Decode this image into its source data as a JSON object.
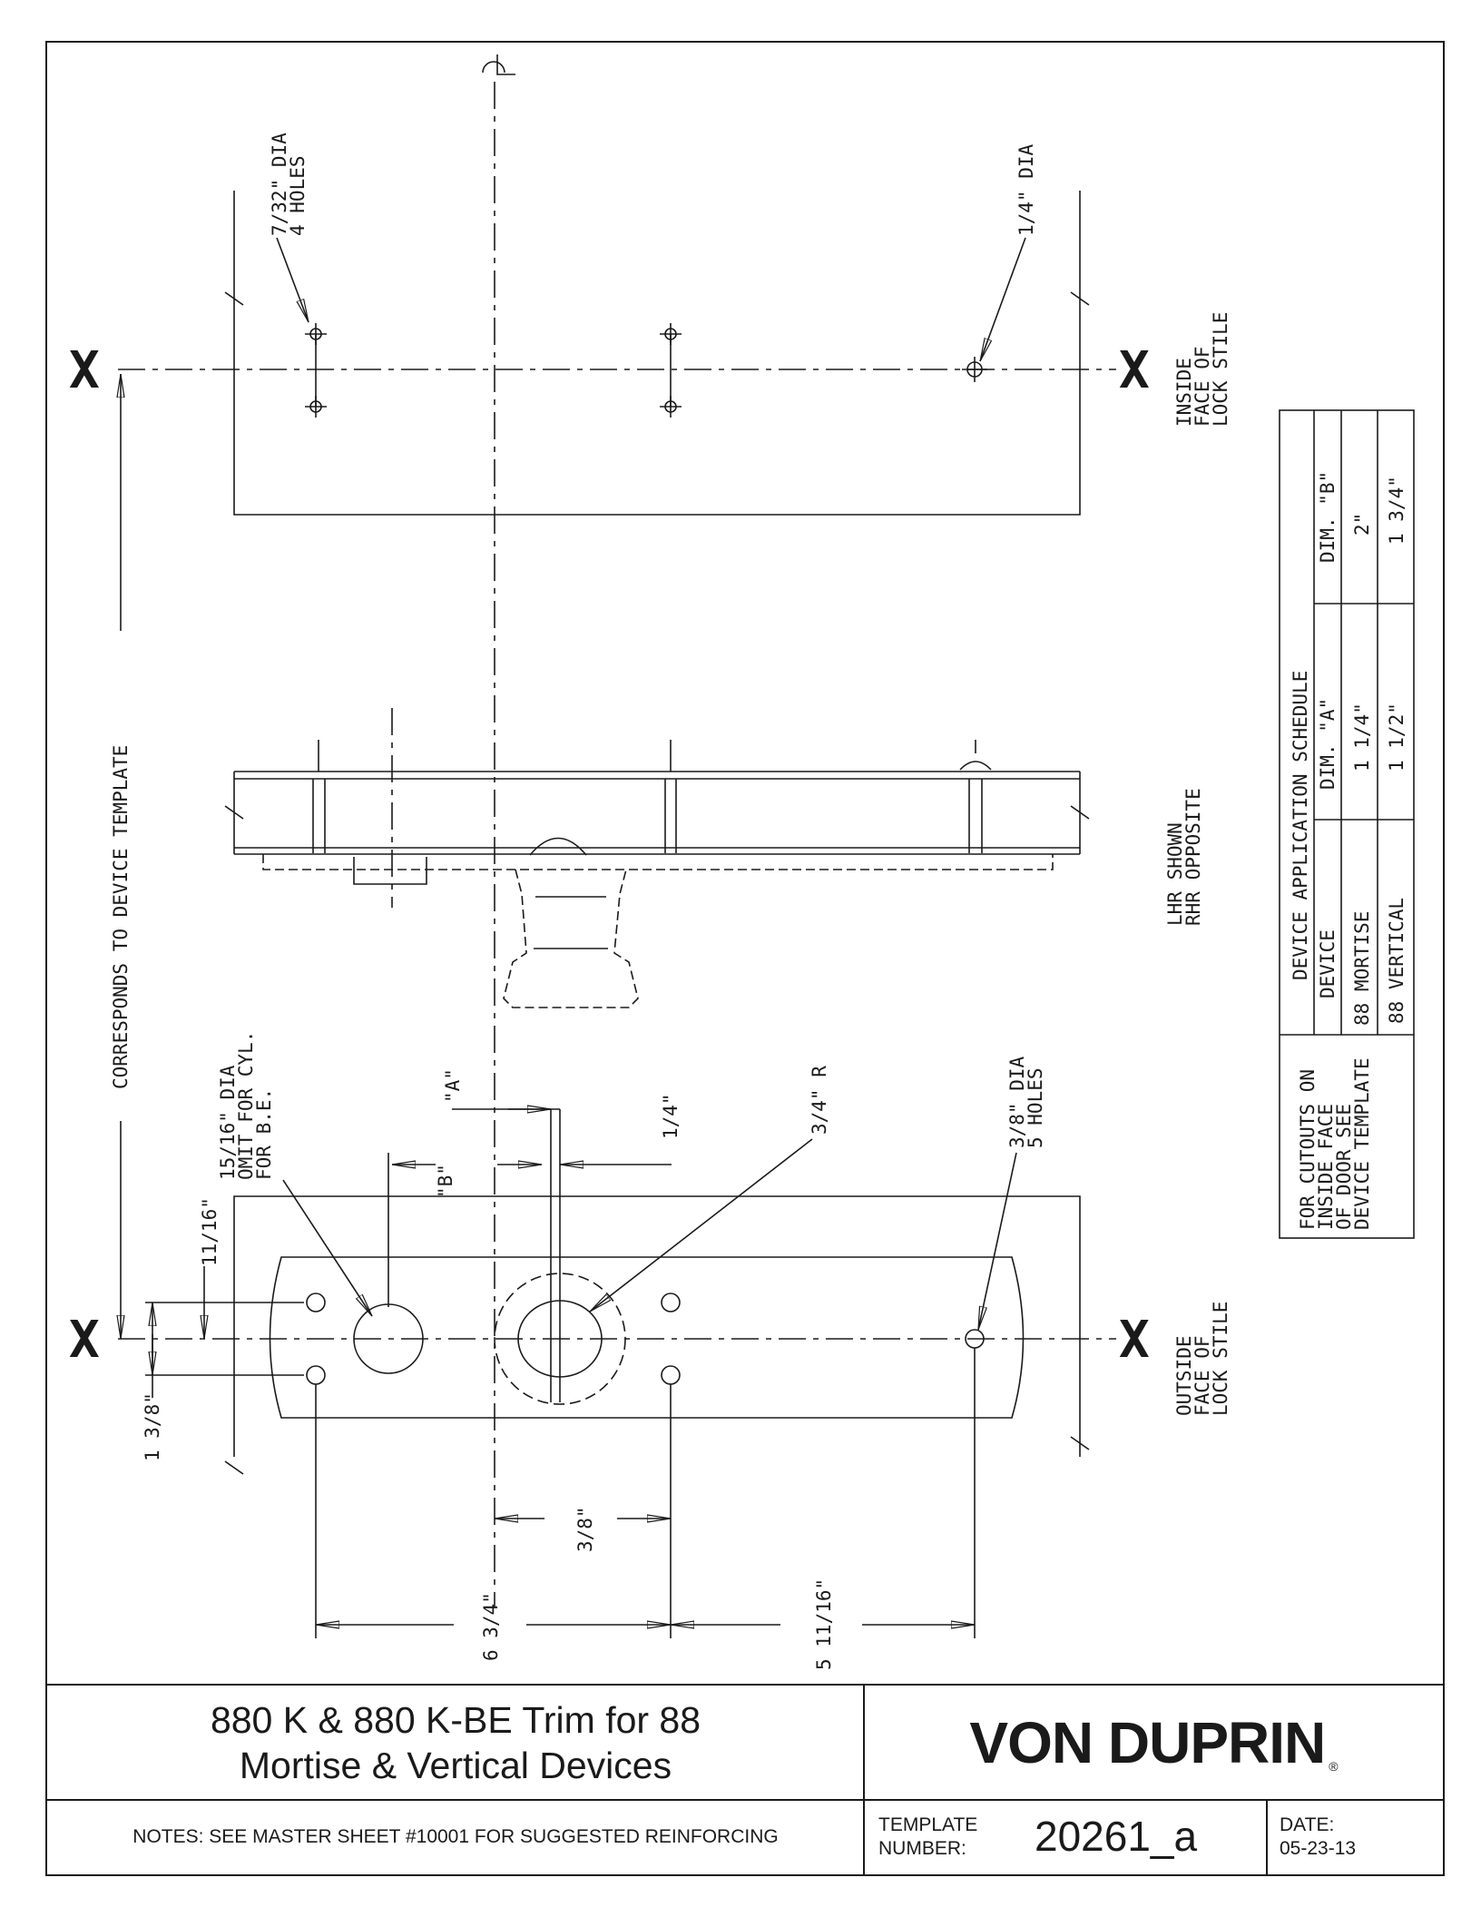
{
  "drawing": {
    "centerline": "C",
    "cross_mark": "X",
    "labels": {
      "holes_7_32": [
        "7/32\" DIA",
        "4 HOLES"
      ],
      "dia_1_4": "1/4\" DIA",
      "inside_face": [
        "INSIDE",
        "FACE OF",
        "LOCK STILE"
      ],
      "outside_face": [
        "OUTSIDE",
        "FACE OF",
        "LOCK STILE"
      ],
      "corresponds": "CORRESPONDS TO DEVICE TEMPLATE",
      "hand": [
        "LHR SHOWN",
        "RHR OPPOSITE"
      ],
      "cyl_hole": [
        "15/16\" DIA",
        "OMIT FOR CYL.",
        "FOR B.E."
      ],
      "dim_a": "\"A\"",
      "dim_b": "\"B\"",
      "quarter": "1/4\"",
      "radius": "3/4\" R",
      "holes_3_8": [
        "3/8\" DIA",
        "5 HOLES"
      ],
      "d_11_16": "11/16\"",
      "d_1_3_8": "1 3/8\"",
      "d_3_8": "3/8\"",
      "d_6_3_4": "6 3/4\"",
      "d_5_11_16": "5 11/16\""
    },
    "schedule": {
      "title": "DEVICE APPLICATION SCHEDULE",
      "headers": [
        "DEVICE",
        "DIM. \"A\"",
        "DIM. \"B\""
      ],
      "rows": [
        [
          "88 MORTISE",
          "1 1/4\"",
          "2\""
        ],
        [
          "88 VERTICAL",
          "1 1/2\"",
          "1 3/4\""
        ]
      ],
      "note": [
        "FOR CUTOUTS ON",
        "INSIDE FACE",
        "OF DOOR SEE",
        "DEVICE TEMPLATE"
      ]
    }
  },
  "title_block": {
    "title_line1": "880 K & 880 K-BE Trim for 88",
    "title_line2": "Mortise & Vertical Devices",
    "brand": "VON DUPRIN",
    "brand_mark": "®",
    "notes": "NOTES: SEE MASTER SHEET #10001 FOR SUGGESTED REINFORCING",
    "template_label_1": "TEMPLATE",
    "template_label_2": "NUMBER:",
    "template_number": "20261_a",
    "date_label": "DATE:",
    "date_value": "05-23-13"
  }
}
